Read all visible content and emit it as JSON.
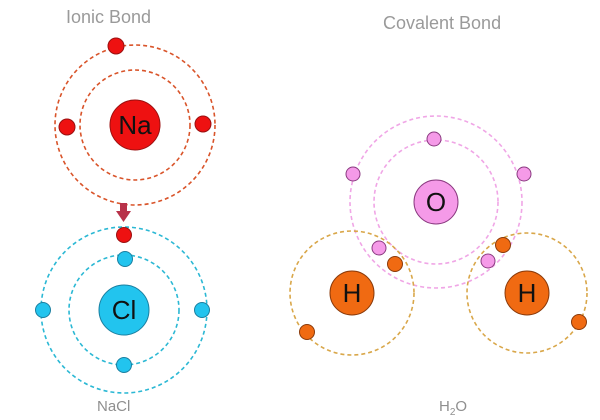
{
  "ionic": {
    "title": "Ionic Bond",
    "caption": "NaCl",
    "sodium_label": "Na",
    "chlorine_label": "Cl"
  },
  "covalent": {
    "title": "Covalent Bond",
    "caption_main": "H",
    "caption_sub": "2",
    "caption_tail": "O",
    "oxygen_label": "O",
    "hydrogen_left_label": "H",
    "hydrogen_right_label": "H"
  },
  "colors": {
    "sodium": "#ee1111",
    "sodium_shell": "#d9542a",
    "chlorine": "#22c4ee",
    "chlorine_shell": "#2bb8d4",
    "oxygen": "#f59ae8",
    "oxygen_shell": "#f0a6e6",
    "hydrogen": "#f06a12",
    "hydrogen_shell": "#d9a74a",
    "transfer_arrow": "#b8324a"
  }
}
